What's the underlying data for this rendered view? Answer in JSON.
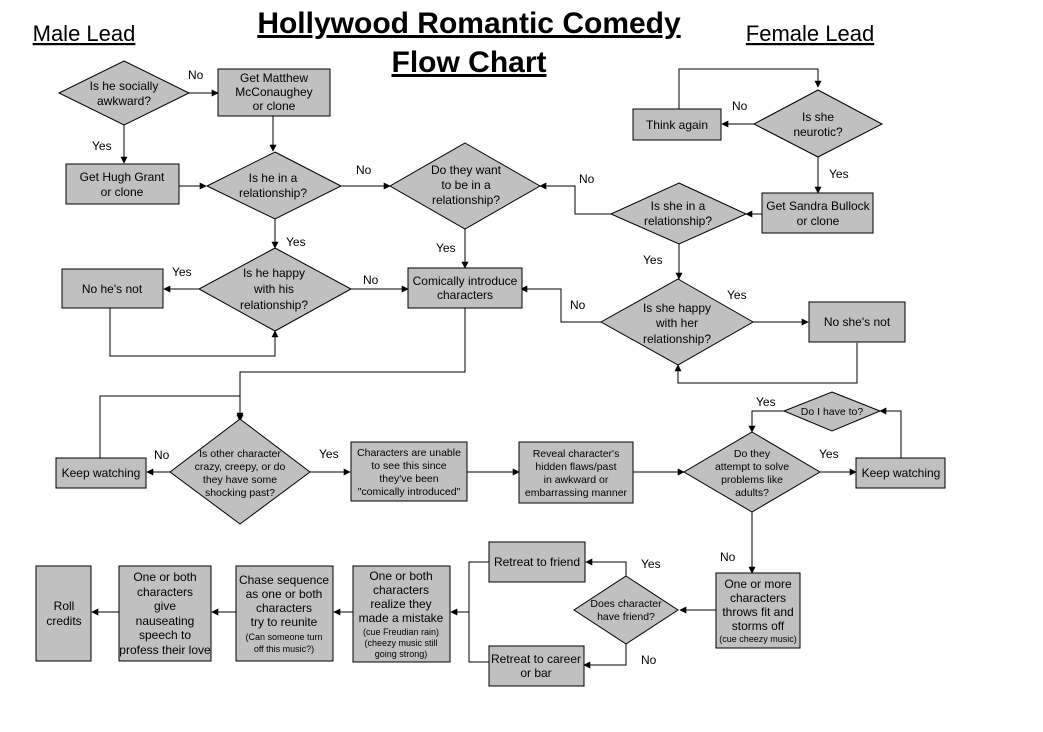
{
  "title": {
    "line1": "Hollywood Romantic Comedy",
    "line2": "Flow Chart"
  },
  "leads": {
    "male": "Male Lead",
    "female": "Female Lead"
  },
  "nodes": {
    "socially_awkward": [
      "Is he socially",
      "awkward?"
    ],
    "mcconaughey": [
      "Get Matthew",
      "McConaughey",
      "or clone"
    ],
    "hugh_grant": [
      "Get Hugh Grant",
      "or clone"
    ],
    "he_relationship": [
      "Is he in a",
      "relationship?"
    ],
    "want_relationship": [
      "Do they want",
      "to be in a",
      "relationship?"
    ],
    "think_again": [
      "Think again"
    ],
    "she_neurotic": [
      "Is she",
      "neurotic?"
    ],
    "she_relationship": [
      "Is she in a",
      "relationship?"
    ],
    "sandra_bullock": [
      "Get Sandra Bullock",
      "or clone"
    ],
    "no_hes_not": [
      "No he's not"
    ],
    "he_happy": [
      "Is he happy",
      "with his",
      "relationship?"
    ],
    "introduce": [
      "Comically introduce",
      "characters"
    ],
    "she_happy": [
      "Is she happy",
      "with her",
      "relationship?"
    ],
    "no_shes_not": [
      "No she's not"
    ],
    "do_i_have_to": [
      "Do I have to?"
    ],
    "keep_watching_left": [
      "Keep watching"
    ],
    "crazy_creepy": [
      "Is other character",
      "crazy, creepy, or do",
      "they have some",
      "shocking past?"
    ],
    "unable_to_see": [
      "Characters are unable",
      "to see this since",
      "they've been",
      "\"comically introduced\""
    ],
    "reveal_flaws": [
      "Reveal character's",
      "hidden flaws/past",
      "in awkward or",
      "embarrassing manner"
    ],
    "solve_problems": [
      "Do they",
      "attempt to solve",
      "problems like",
      "adults?"
    ],
    "keep_watching_right": [
      "Keep watching"
    ],
    "retreat_friend": [
      "Retreat to friend"
    ],
    "have_friend": [
      "Does character",
      "have friend?"
    ],
    "retreat_career": [
      "Retreat to career",
      "or bar"
    ],
    "throws_fit": {
      "lines": [
        "One or more",
        "characters",
        "throws fit and",
        "storms off"
      ],
      "note": "(cue cheezy music)"
    },
    "realize_mistake": {
      "lines": [
        "One or both",
        "characters",
        "realize they",
        "made a mistake"
      ],
      "notes": [
        "(cue Freudian rain)",
        "(cheezy music still",
        "going strong)"
      ]
    },
    "chase_sequence": {
      "lines": [
        "Chase sequence",
        "as one or both",
        "characters",
        "try to reunite"
      ],
      "notes": [
        "(Can someone turn",
        "off this music?)"
      ]
    },
    "nauseating_speech": [
      "One or both",
      "characters",
      "give",
      "nauseating",
      "speech to",
      "profess their love"
    ],
    "roll_credits": [
      "Roll",
      "credits"
    ]
  },
  "edge_labels": {
    "awkward_no": "No",
    "awkward_yes": "Yes",
    "he_rel_no": "No",
    "he_rel_yes": "Yes",
    "want_yes": "Yes",
    "neurotic_no": "No",
    "neurotic_yes": "Yes",
    "she_rel_no": "No",
    "she_rel_yes": "Yes",
    "he_happy_yes": "Yes",
    "he_happy_no": "No",
    "she_happy_no": "No",
    "she_happy_yes": "Yes",
    "crazy_no": "No",
    "crazy_yes": "Yes",
    "solve_yes": "Yes",
    "have_to_yes": "Yes",
    "solve_no": "No",
    "friend_yes": "Yes",
    "friend_no": "No"
  }
}
